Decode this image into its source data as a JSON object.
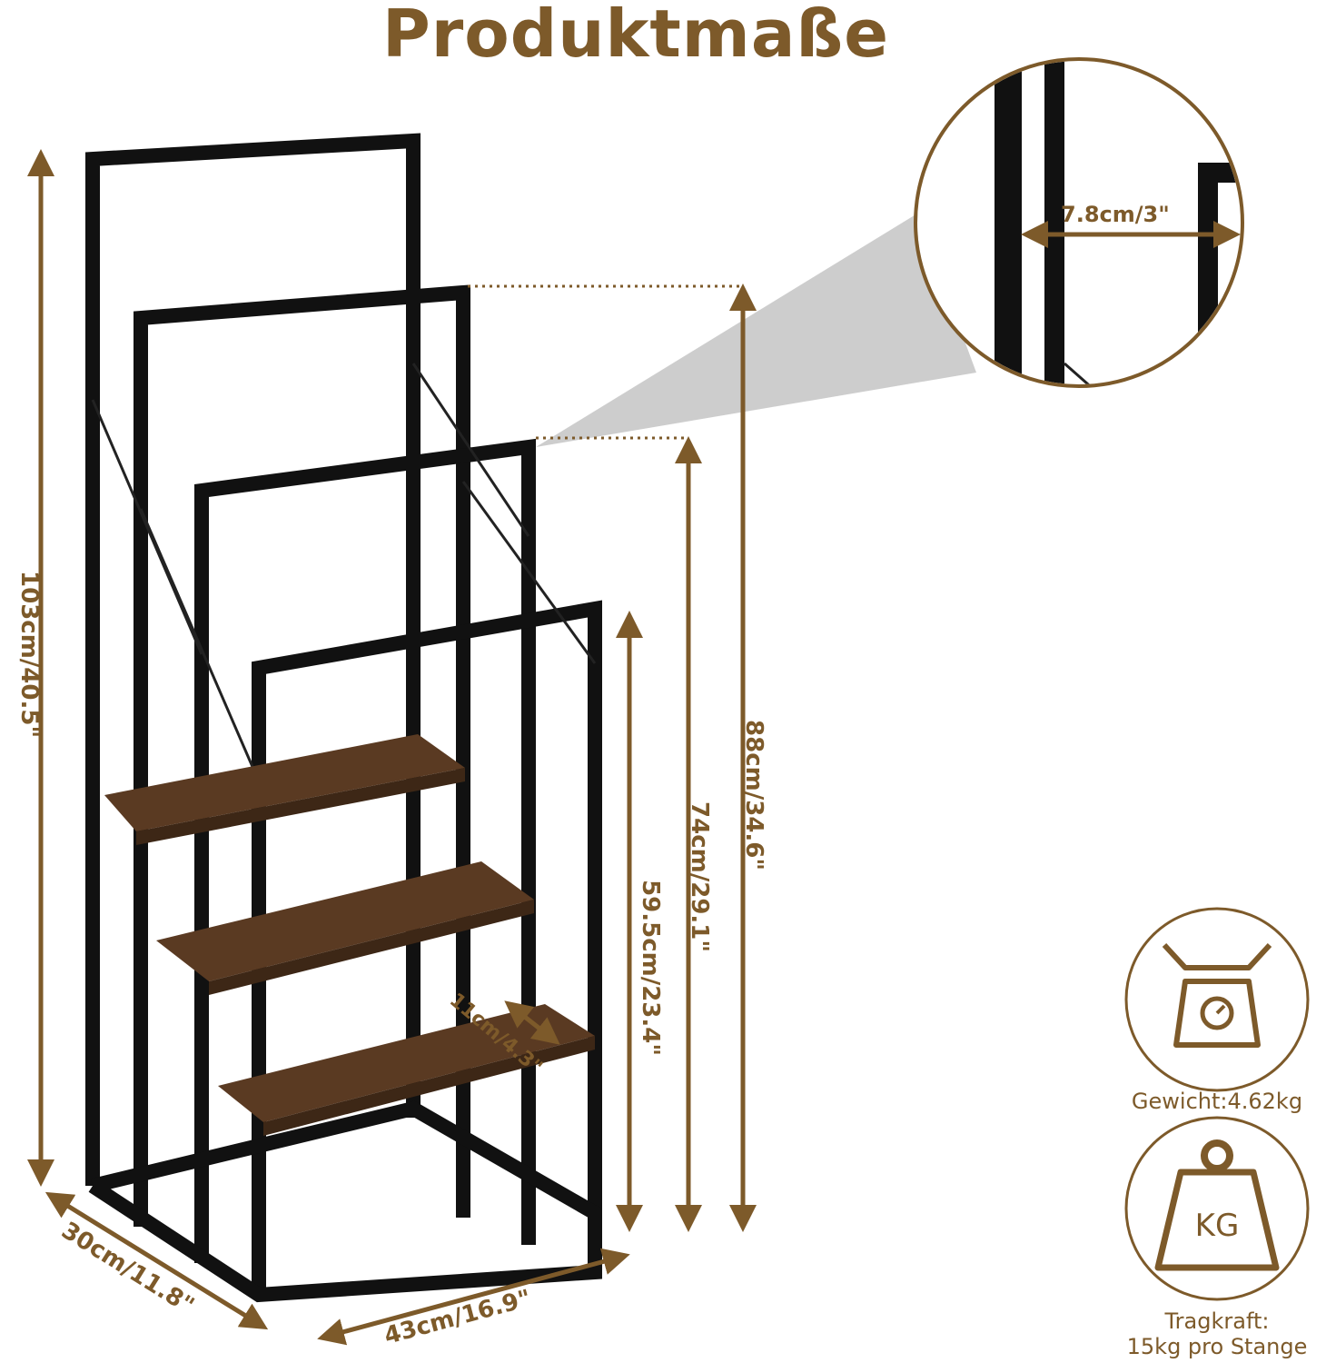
{
  "page": {
    "title": "Produktmaße",
    "colors": {
      "accent": "#7d5a2a",
      "frame": "#111111",
      "wood": "#5a3a22",
      "callout": "#bdbdbd"
    }
  },
  "dimensions": {
    "total_height": "103cm/40.5\"",
    "rail2_height": "88cm/34.6\"",
    "rail3_height": "74cm/29.1\"",
    "rail4_height": "59.5cm/23.4\"",
    "depth": "30cm/11.8\"",
    "width": "43cm/16.9\"",
    "shelf_depth": "11cm/4.3\"",
    "rail_gap": "7.8cm/3\""
  },
  "specs": {
    "weight_label": "Gewicht:4.62kg",
    "load_label_line1": "Tragkraft:",
    "load_label_line2": "15kg pro Stange",
    "kg_icon_text": "KG",
    "weight_icon": "scale-icon",
    "load_icon": "kettlebell-weight-icon"
  }
}
